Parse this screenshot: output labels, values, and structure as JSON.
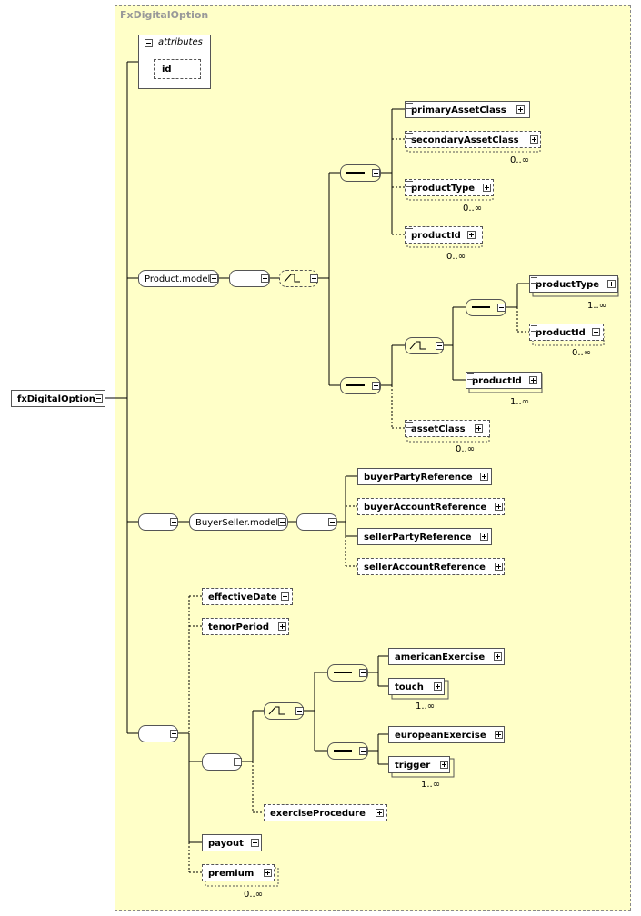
{
  "diagram": {
    "panel_title": "FxDigitalOption",
    "root": "fxDigitalOption",
    "attributes_label": "attributes",
    "attribute_id": "id",
    "product_model": "Product.model",
    "buyer_seller_model": "BuyerSeller.model",
    "elements": {
      "primary_asset_class": "primaryAssetClass",
      "secondary_asset_class": "secondaryAssetClass",
      "product_type_1": "productType",
      "product_id_1": "productId",
      "product_type_2": "productType",
      "product_id_2": "productId",
      "product_id_3": "productId",
      "asset_class": "assetClass",
      "buyer_party_reference": "buyerPartyReference",
      "buyer_account_reference": "buyerAccountReference",
      "seller_party_reference": "sellerPartyReference",
      "seller_account_reference": "sellerAccountReference",
      "effective_date": "effectiveDate",
      "tenor_period": "tenorPeriod",
      "american_exercise": "americanExercise",
      "touch": "touch",
      "european_exercise": "europeanExercise",
      "trigger": "trigger",
      "exercise_procedure": "exerciseProcedure",
      "payout": "payout",
      "premium": "premium"
    },
    "cardinalities": {
      "secondary_asset_class": "0..∞",
      "product_type_1": "0..∞",
      "product_id_1": "0..∞",
      "product_type_2": "1..∞",
      "product_id_2": "0..∞",
      "product_id_3": "1..∞",
      "asset_class": "0..∞",
      "touch": "1..∞",
      "trigger": "1..∞",
      "premium": "0..∞"
    }
  }
}
